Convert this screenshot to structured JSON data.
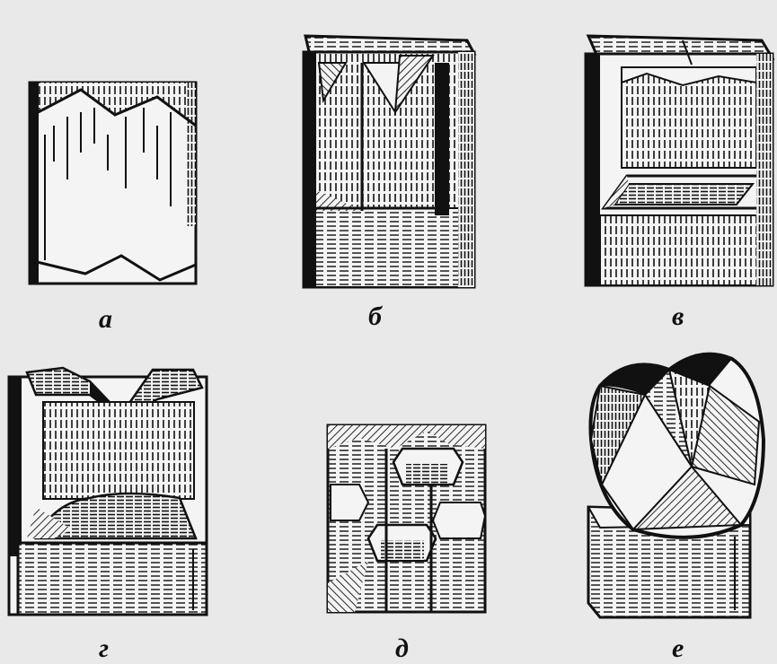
{
  "panels": [
    {
      "id": "a",
      "label": "а"
    },
    {
      "id": "b",
      "label": "б"
    },
    {
      "id": "v",
      "label": "в"
    },
    {
      "id": "g",
      "label": "г"
    },
    {
      "id": "d",
      "label": "д"
    },
    {
      "id": "e",
      "label": "е"
    }
  ],
  "colors": {
    "ink": "#111111",
    "paper": "#e9e9e9",
    "face_light": "#f4f4f4"
  }
}
